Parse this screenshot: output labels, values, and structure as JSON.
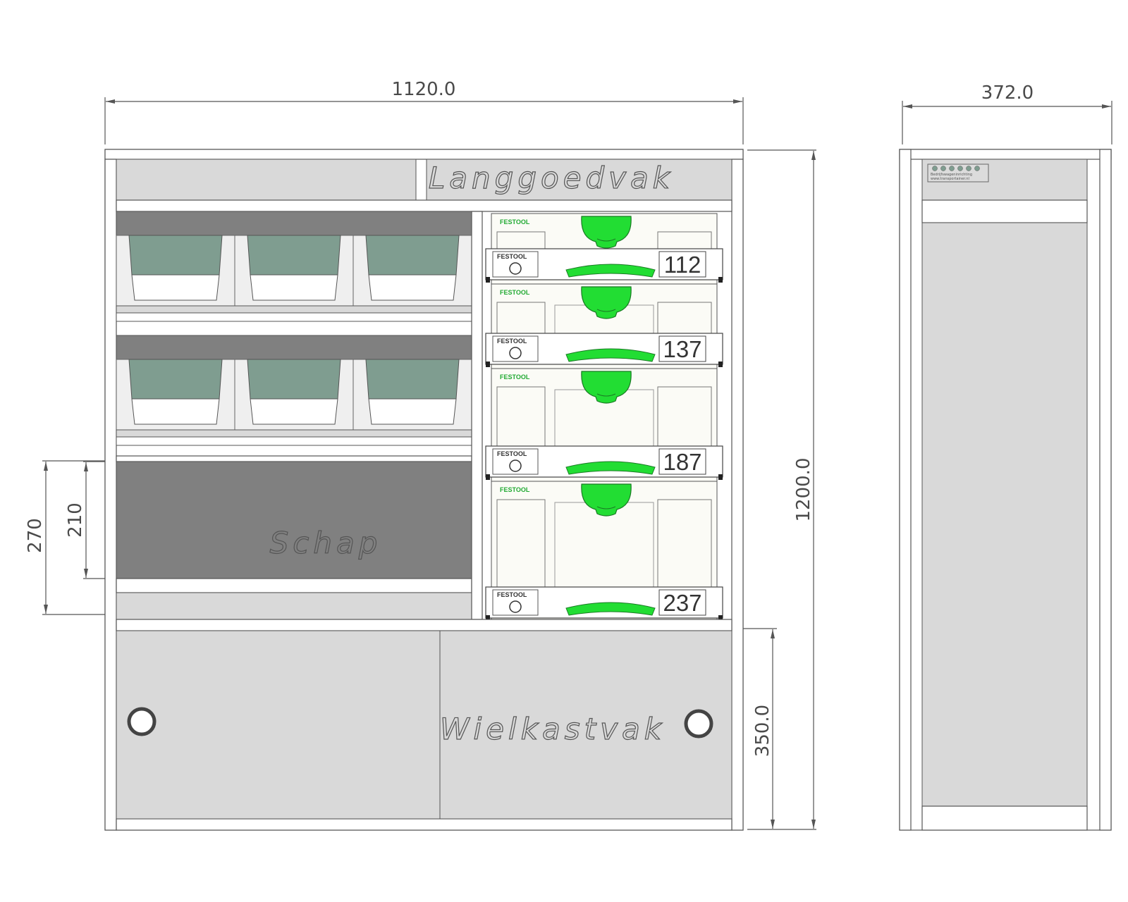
{
  "dimensions": {
    "front_width": "1120.0",
    "side_width": "372.0",
    "total_height": "1200.0",
    "bottom_height": "350.0",
    "shelf_outer": "270",
    "shelf_inner": "210"
  },
  "labels": {
    "top": "Langgoedvak",
    "shelf": "Schap",
    "bottom": "Wielkastvak"
  },
  "brand": "FESTOOL",
  "systainers": [
    {
      "number": "112"
    },
    {
      "number": "137"
    },
    {
      "number": "187"
    },
    {
      "number": "237"
    }
  ],
  "side_logo": {
    "line1": "Bedrijfswageninrichting",
    "line2": "www.transportainer.nl"
  },
  "colors": {
    "panel": "#d9d9d9",
    "dark_panel": "#808080",
    "bin": "#7f9d90",
    "festool_green": "#22dd33"
  }
}
